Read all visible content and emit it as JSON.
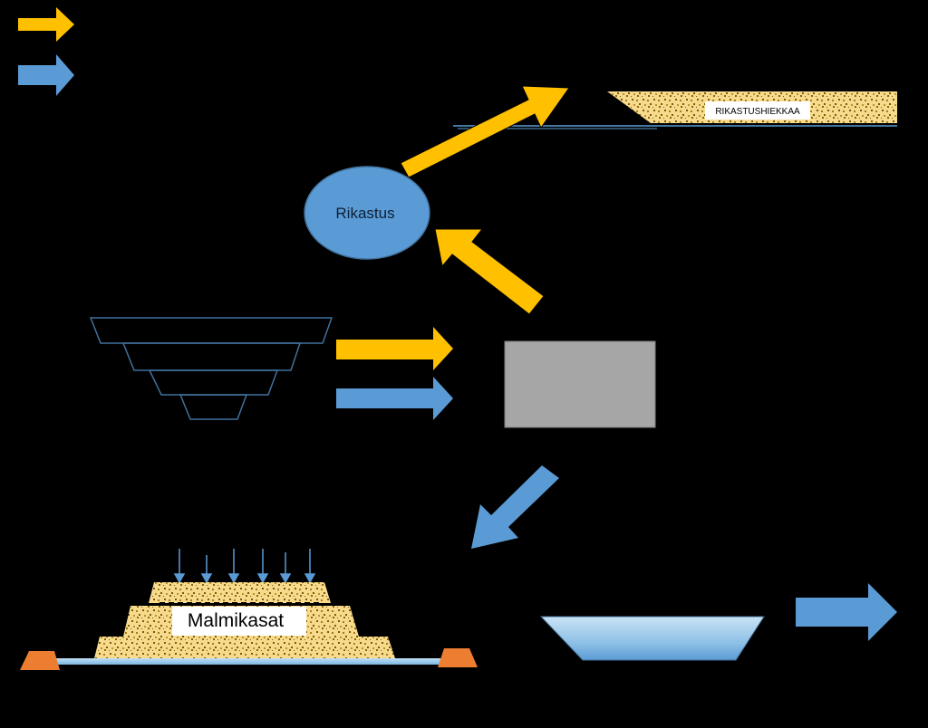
{
  "legend": {
    "items": [
      {
        "color": "#FFC000",
        "label": ""
      },
      {
        "color": "#5B9BD5",
        "label": ""
      }
    ]
  },
  "nodes": {
    "rikastus": {
      "label": "Rikastus",
      "fill": "#5B9BD5"
    },
    "tailings": {
      "label": "RIKASTUSHIEKKAA"
    },
    "heaps": {
      "label": "Malmikasat"
    },
    "plant": {
      "fill": "#A6A6A6"
    },
    "pond": {
      "label": ""
    }
  },
  "colors": {
    "yellow_arrow": "#FFC000",
    "blue_arrow": "#5B9BD5",
    "background": "#000000",
    "pit_outline": "#41719C",
    "liner_pad": "#ED7D31",
    "ore_fill": "#F2D07A"
  }
}
